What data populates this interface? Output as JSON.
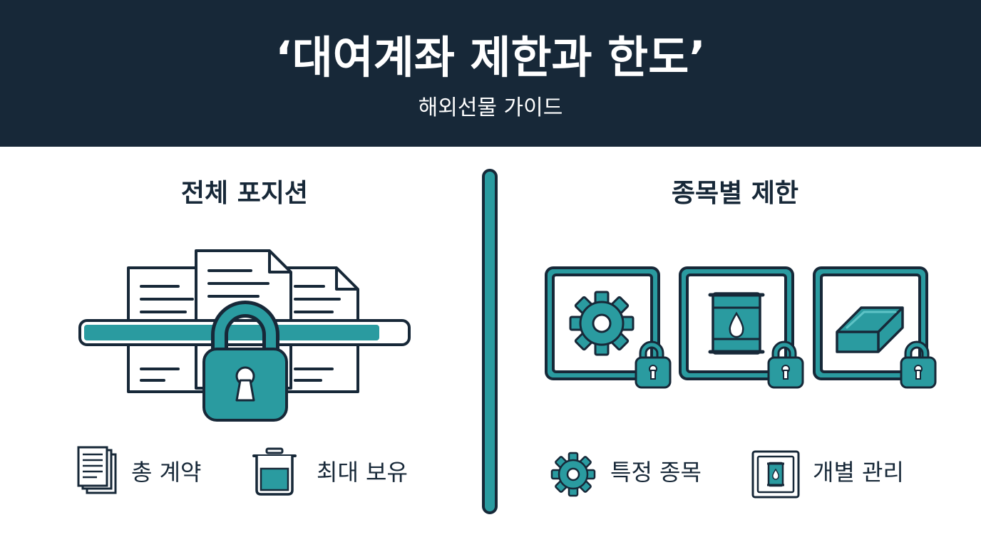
{
  "header": {
    "title": "‘대여계좌 제한과 한도’",
    "subtitle": "해외선물 가이드"
  },
  "left": {
    "heading": "전체 포지션",
    "progress": 0.92,
    "legend": [
      {
        "label": "총 계약",
        "icon": "document-stack-icon"
      },
      {
        "label": "최대 보유",
        "icon": "container-icon"
      }
    ]
  },
  "right": {
    "heading": "종목별 제한",
    "assets": [
      "gear-icon",
      "oil-barrel-icon",
      "gold-bar-icon"
    ],
    "legend": [
      {
        "label": "특정 종목",
        "icon": "gear-icon"
      },
      {
        "label": "개별 관리",
        "icon": "framed-barrel-icon"
      }
    ]
  },
  "colors": {
    "navy": "#172838",
    "teal": "#2a9ba0",
    "white": "#ffffff"
  }
}
